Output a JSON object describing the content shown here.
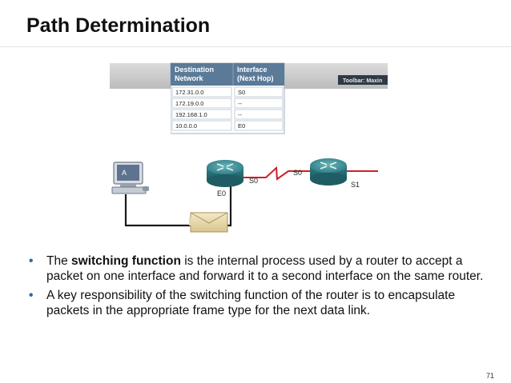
{
  "slide": {
    "title": "Path Determination",
    "page_number": "71"
  },
  "figure": {
    "toolbar_label": "Toolbar: Maxin",
    "routing_table": {
      "headers": [
        "Destination Network",
        "Interface (Next Hop)"
      ],
      "header_lines": [
        [
          "Destination",
          "Network"
        ],
        [
          "Interface",
          "(Next Hop)"
        ]
      ],
      "rows": [
        [
          "172.31.0.0",
          "S0"
        ],
        [
          "172.19.0.0",
          "--"
        ],
        [
          "192.168.1.0",
          "--"
        ],
        [
          "10.0.0.0",
          "E0"
        ]
      ]
    },
    "host_label": "A",
    "router1_labels": {
      "s0": "S0",
      "e0": "E0"
    },
    "router2_labels": {
      "s0": "S0",
      "s1": "S1"
    }
  },
  "bullets": [
    {
      "before": "The ",
      "bold": "switching function",
      "after": " is the internal process used by a router to accept a packet on one interface and forward it to a second interface on the same router."
    },
    {
      "before": "A key responsibility of the switching function of the router is to encapsulate packets in the appropriate frame type for the next data link.",
      "bold": "",
      "after": ""
    }
  ],
  "colors": {
    "bullet": "#2b6aa8",
    "table_header": "#5a7a98",
    "router": "#3f8e95",
    "serial_link": "#d0202a"
  }
}
